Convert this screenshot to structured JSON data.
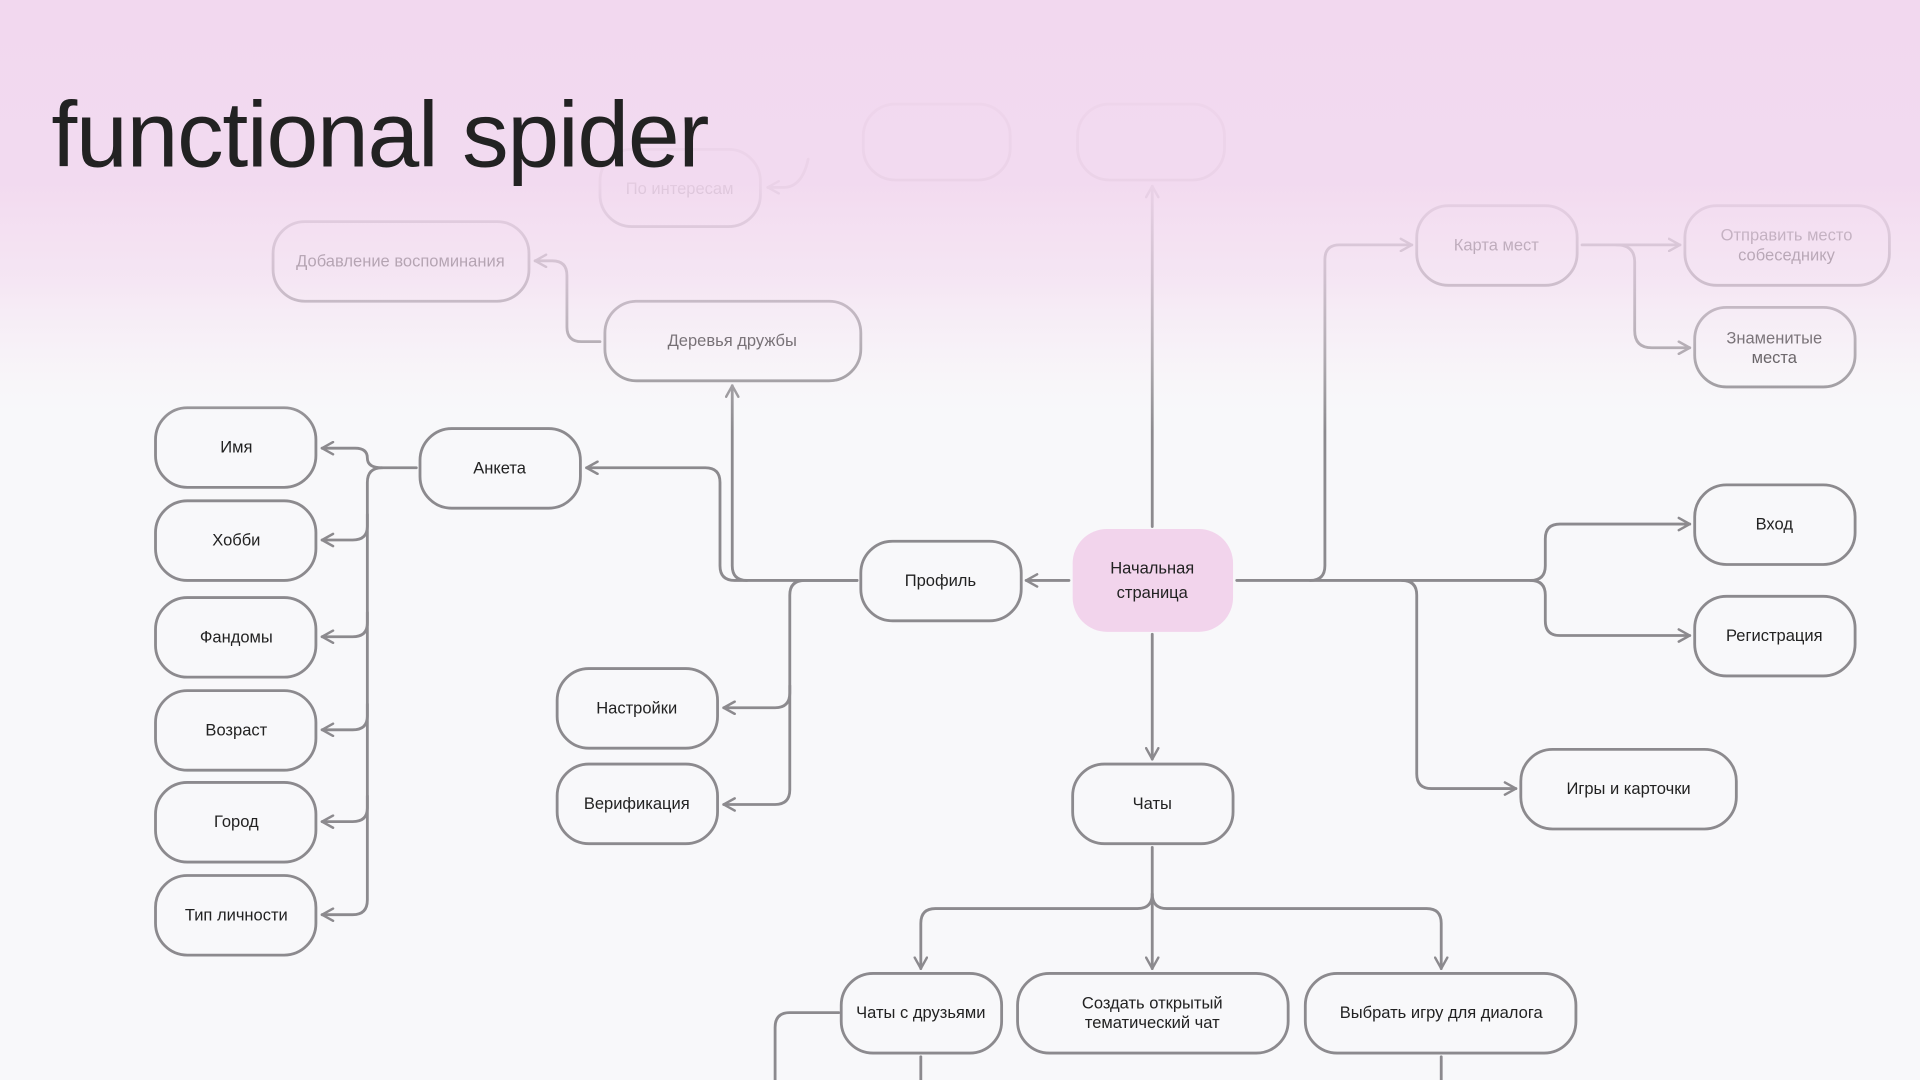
{
  "title": "functional spider",
  "nodes": {
    "start": [
      "Начальная",
      "страница"
    ],
    "profile": "Профиль",
    "form": "Анкета",
    "friend_trees": "Деревья дружбы",
    "add_memory": "Добавление воспоминания",
    "by_interests": "По интересам",
    "name": "Имя",
    "hobby": "Хобби",
    "fandoms": "Фандомы",
    "age": "Возраст",
    "city": "Город",
    "personality": "Тип личности",
    "settings": "Настройки",
    "verification": "Верификация",
    "chats": "Чаты",
    "friend_chats": "Чаты с друзьями",
    "open_chat": [
      "Создать открытый",
      "тематический чат"
    ],
    "choose_game": "Выбрать игру для диалога",
    "places_map": "Карта мест",
    "send_place": [
      "Отправить место",
      "собеседнику"
    ],
    "famous_places": [
      "Знаменитые",
      "места"
    ],
    "login": "Вход",
    "register": "Регистрация",
    "games_cards": "Игры и карточки"
  },
  "colors": {
    "start_fill": "#f2d4ec",
    "bg_top": "#f2d8ef",
    "bg": "#f8f8fa",
    "line": "#8c8a8e"
  }
}
